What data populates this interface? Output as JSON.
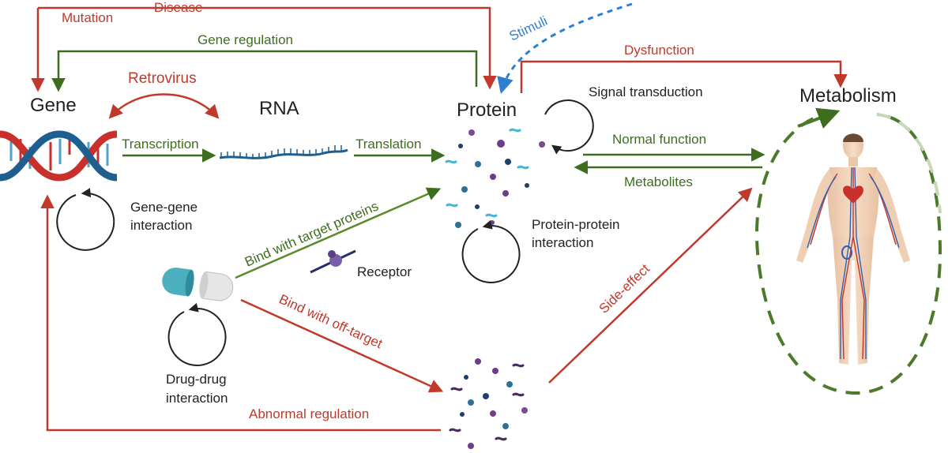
{
  "nodes": {
    "gene": "Gene",
    "rna": "RNA",
    "protein": "Protein",
    "metabolism": "Metabolism"
  },
  "edges": {
    "mutation": "Mutation",
    "disease": "Disease",
    "stimuli": "Stimuli",
    "gene_regulation": "Gene regulation",
    "dysfunction": "Dysfunction",
    "retrovirus": "Retrovirus",
    "transcription": "Transcription",
    "translation": "Translation",
    "normal_function": "Normal function",
    "metabolites": "Metabolites",
    "bind_target": "Bind with target proteins",
    "bind_offtarget": "Bind with off-target",
    "side_effect": "Side-effect",
    "abnormal_regulation": "Abnormal regulation"
  },
  "loops": {
    "signal_transduction": "Signal transduction",
    "gene_gene": [
      "Gene-gene",
      "interaction"
    ],
    "protein_protein": [
      "Protein-protein",
      "interaction"
    ],
    "drug_drug": [
      "Drug-drug",
      "interaction"
    ]
  },
  "labels": {
    "receptor": "Receptor"
  },
  "colors": {
    "red": "#c0392b",
    "green": "#3d6e1f",
    "blue": "#2f7fd1",
    "dna_red": "#c7302b",
    "dna_blue": "#1f5f8f",
    "capsule_teal": "#4bb0bd",
    "skin": "#f3d3b8"
  }
}
